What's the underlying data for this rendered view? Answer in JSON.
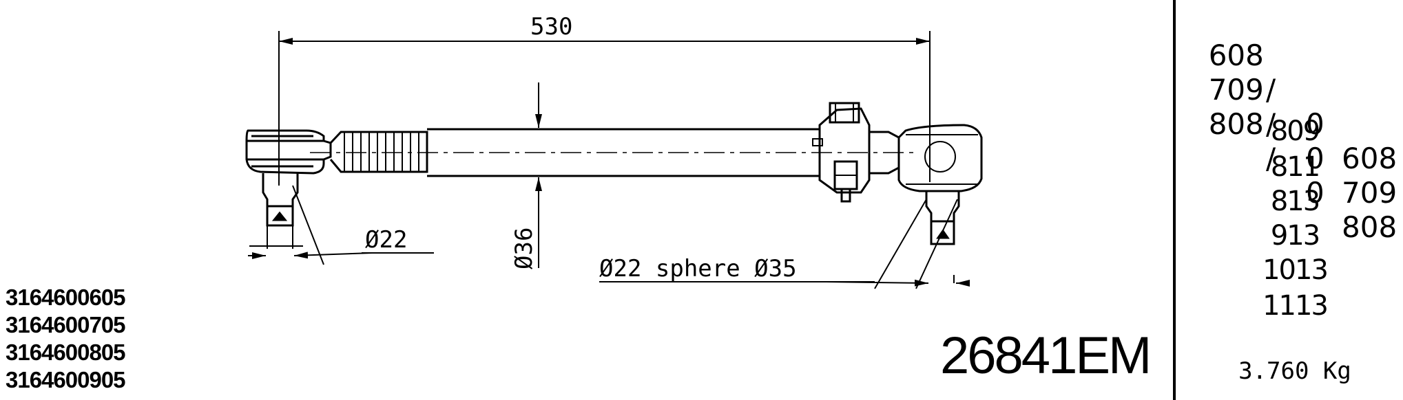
{
  "dimensions": {
    "length": "530",
    "tube_diameter": "Ø36",
    "pin_diameter": "Ø22",
    "sphere_note": "Ø22 sphere Ø35"
  },
  "part_numbers": [
    "3164600605",
    "3164600705",
    "3164600805",
    "3164600905"
  ],
  "reference_code": "26841EM",
  "models": {
    "pairs": [
      {
        "left": "608",
        "sep": "/",
        "o": "0",
        "right": "608"
      },
      {
        "left": "709",
        "sep": "/",
        "o": "0",
        "right": "709"
      },
      {
        "left": "808",
        "sep": "/",
        "o": "0",
        "right": "808"
      }
    ],
    "singles": [
      "809",
      "811",
      "813",
      "913",
      "1013",
      "1113"
    ]
  },
  "weight": "3.760 Kg"
}
